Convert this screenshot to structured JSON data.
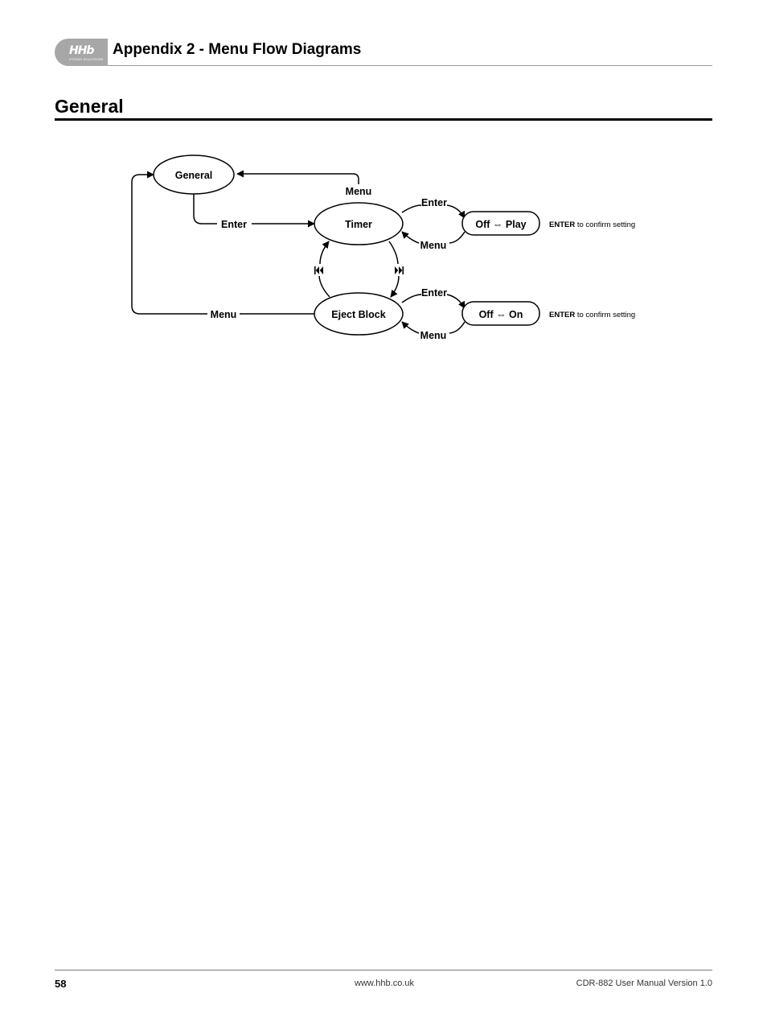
{
  "header": {
    "logo": "HHb",
    "logo_sub": "STUDIO SOLUTIONS",
    "title": "Appendix 2 - Menu Flow Diagrams"
  },
  "section": {
    "title": "General"
  },
  "diagram": {
    "nodes": {
      "general": "General",
      "timer": "Timer",
      "eject_block": "Eject Block",
      "timer_option": "Off ⇔ Play",
      "eject_option": "Off ⇔ On"
    },
    "labels": {
      "menu_timer_to_general": "Menu",
      "enter_general_to_timer": "Enter",
      "enter_timer_option": "Enter",
      "menu_timer_option": "Menu",
      "enter_eject_option": "Enter",
      "menu_eject_option": "Menu",
      "menu_eject_to_general": "Menu"
    },
    "notes": {
      "timer_note_key": "ENTER",
      "timer_note_rest": " to confirm setting",
      "eject_note_key": "ENTER",
      "eject_note_rest": " to confirm setting"
    },
    "icons": {
      "prev": "skip-previous",
      "next": "skip-next"
    }
  },
  "footer": {
    "page_number": "58",
    "url": "www.hhb.co.uk",
    "version": "CDR-882 User Manual Version 1.0"
  }
}
